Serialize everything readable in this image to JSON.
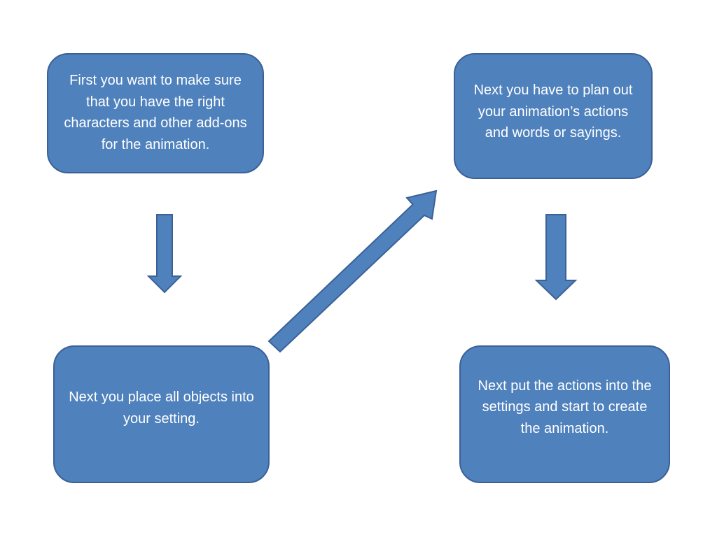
{
  "colors": {
    "box_fill": "#4f81bd",
    "box_border": "#3b6196",
    "text": "#ffffff",
    "background": "#ffffff"
  },
  "steps": [
    {
      "text": "First you want to make sure that you have the right characters and other add-ons for the animation."
    },
    {
      "text": "Next you have to plan out your animation’s actions and words or sayings."
    },
    {
      "text": "Next you place all objects into your setting."
    },
    {
      "text": "Next put the actions into the settings and start to create the animation."
    }
  ],
  "flow": [
    {
      "from": 0,
      "to": 2,
      "direction": "down"
    },
    {
      "from": 2,
      "to": 1,
      "direction": "up-right"
    },
    {
      "from": 1,
      "to": 3,
      "direction": "down"
    }
  ]
}
